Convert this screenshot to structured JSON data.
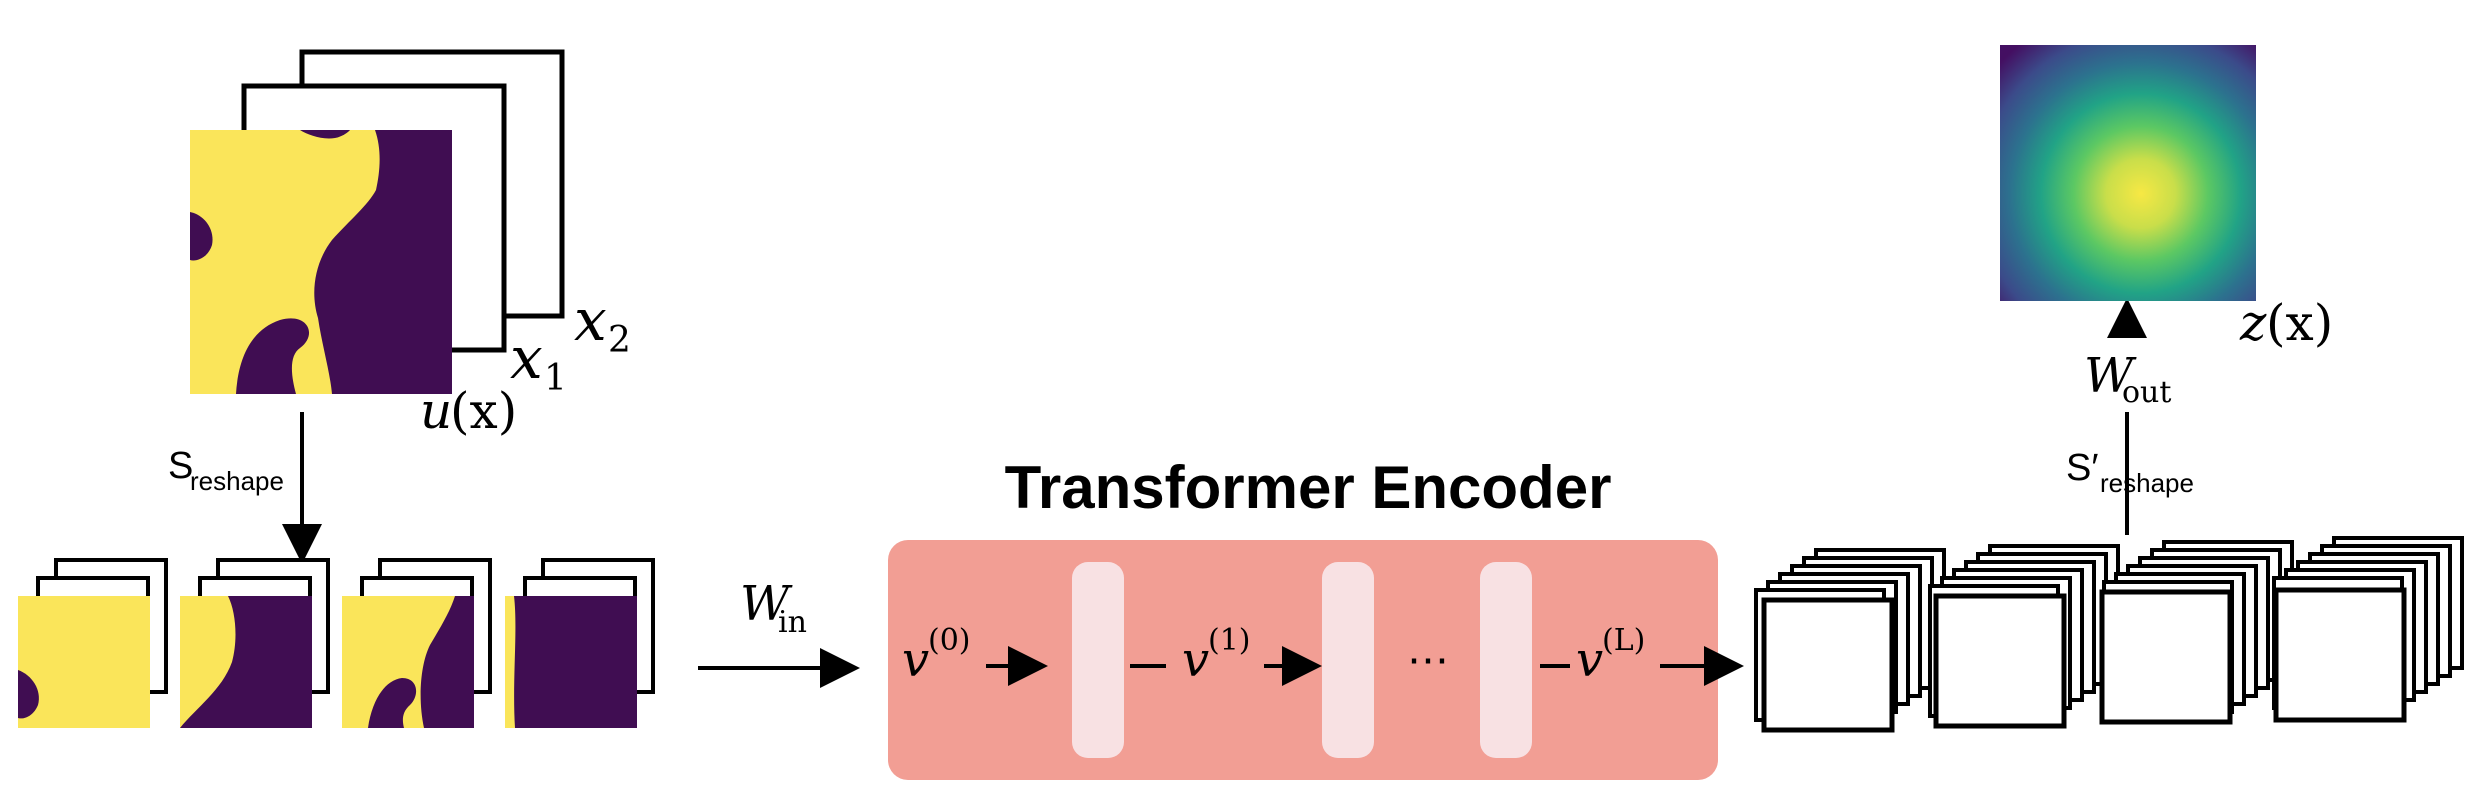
{
  "title": "Transformer Encoder",
  "input_label": {
    "base": "u",
    "arg": "(x)"
  },
  "coord_labels": {
    "x1": {
      "base": "x",
      "sub": "1"
    },
    "x2": {
      "base": "x",
      "sub": "2"
    }
  },
  "reshape_label": {
    "base": "S",
    "sub": "reshape"
  },
  "reshape_prime_label": {
    "base": "S′",
    "sub": "reshape"
  },
  "w_in": {
    "base": "W",
    "sub": "in"
  },
  "w_out": {
    "base": "W",
    "sub": "out"
  },
  "output_label": {
    "base": "z",
    "arg": "(x)"
  },
  "encoder_tokens": {
    "v0": {
      "base": "v",
      "sup": "(0)"
    },
    "v1": {
      "base": "v",
      "sup": "(1)"
    },
    "vL": {
      "base": "v",
      "sup": "(L)"
    },
    "ellipsis": "⋯"
  },
  "colors": {
    "encoder_bg": "#f29e94",
    "encoder_block": "#f8e1e3",
    "field_yellow": "#fae55a",
    "field_purple": "#400d52",
    "heat_center": "#f7e844",
    "heat_mid": "#2ab783",
    "heat_edge": "#40146e"
  }
}
